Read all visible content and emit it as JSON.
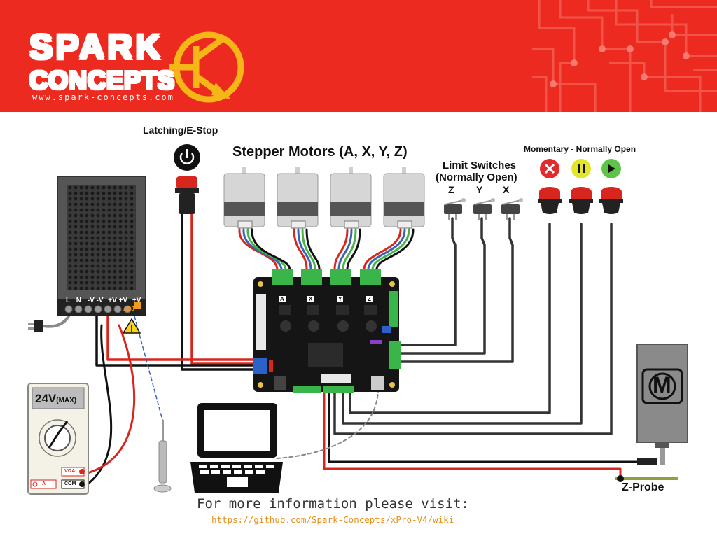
{
  "brand": {
    "word1": "SPARK",
    "word2": "CONCEPTS",
    "url": "www.spark-concepts.com",
    "accent": "#ec2a1f",
    "logo_yellow": "#f7b618"
  },
  "labels": {
    "estop": "Latching/E-Stop",
    "steppers": "Stepper Motors (A, X, Y, Z)",
    "limit_title_1": "Limit Switches",
    "limit_title_2": "(Normally Open)",
    "limit_z": "Z",
    "limit_y": "Y",
    "limit_x": "X",
    "momentary": "Momentary - Normally Open",
    "zprobe": "Z-Probe",
    "motor_symbol": "M"
  },
  "psu": {
    "terminals": [
      "L",
      "N",
      "-V",
      "-V",
      "+V",
      "+V",
      "+V"
    ],
    "adj": "ADJ"
  },
  "board": {
    "channels": [
      "A",
      "X",
      "Y",
      "Z"
    ]
  },
  "meter": {
    "display": "24V",
    "display_unit": "(MAX)",
    "port_va": "VΩA",
    "port_com": "COM",
    "port_a": "A"
  },
  "footer": {
    "line1": "For more information please visit:",
    "link": "https://github.com/Spark-Concepts/xPro-V4/wiki"
  }
}
